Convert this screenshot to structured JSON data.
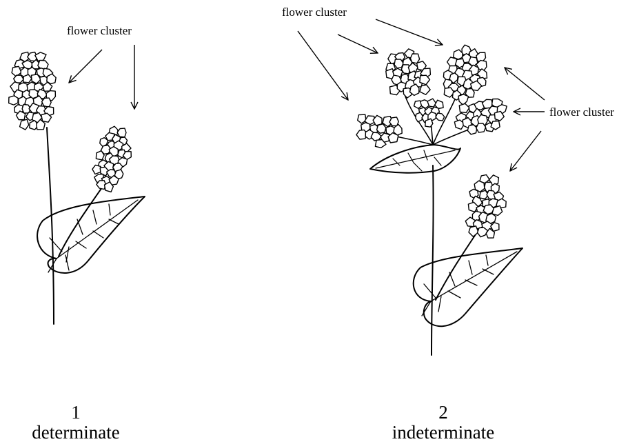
{
  "labels": {
    "left_cluster": "flower cluster",
    "right_top_cluster": "flower cluster",
    "right_side_cluster": "flower cluster"
  },
  "captions": {
    "plant1_number": "1",
    "plant1_type": "determinate",
    "plant2_number": "2",
    "plant2_type": "indeterminate"
  },
  "colors": {
    "ink": "#000000",
    "background": "#ffffff"
  }
}
